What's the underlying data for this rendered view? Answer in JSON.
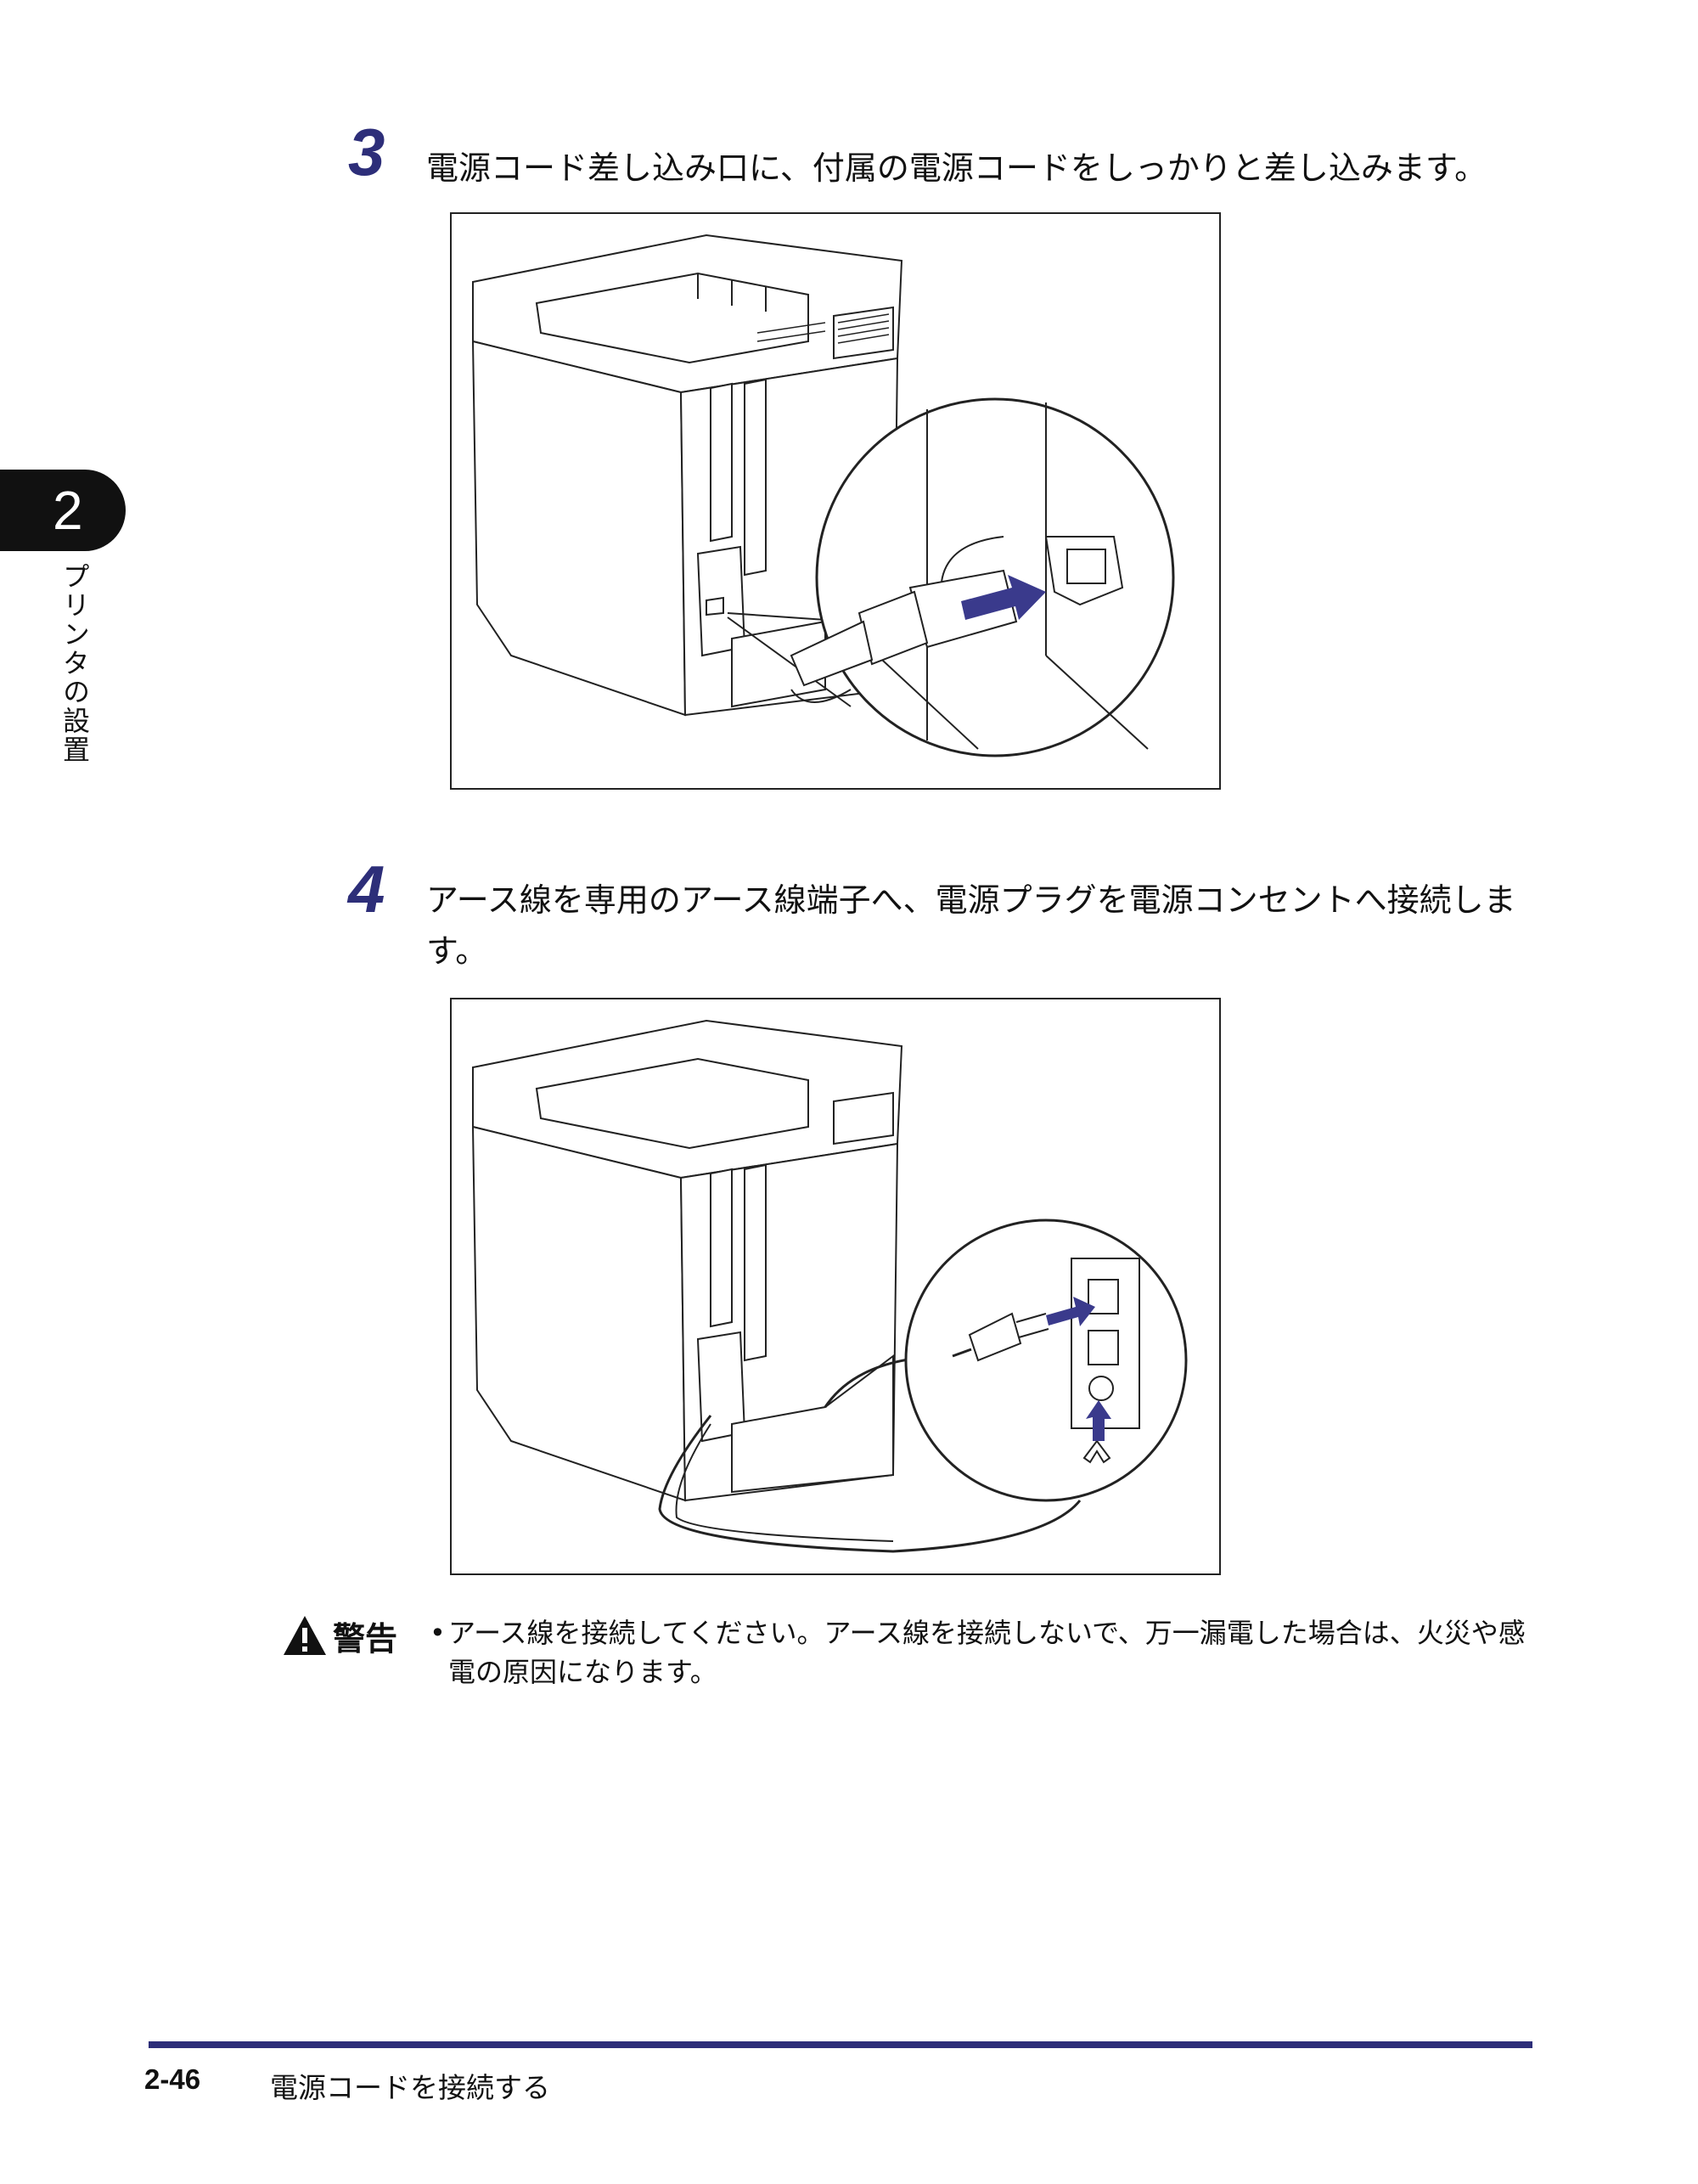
{
  "chapter": {
    "number": "2",
    "title": "プリンタの設置"
  },
  "steps": [
    {
      "number": "3",
      "text": "電源コード差し込み口に、付属の電源コードをしっかりと差し込みます。"
    },
    {
      "number": "4",
      "text": "アース線を専用のアース線端子へ、電源プラグを電源コンセントへ接続します。"
    }
  ],
  "warning": {
    "label": "警告",
    "bullet": "•",
    "text": "アース線を接続してください。アース線を接続しないで、万一漏電した場合は、火災や感電の原因になります。"
  },
  "footer": {
    "page_number": "2-46",
    "section_title": "電源コードを接続する"
  },
  "colors": {
    "accent": "#2d2e79",
    "arrow": "#3a3a8c"
  }
}
